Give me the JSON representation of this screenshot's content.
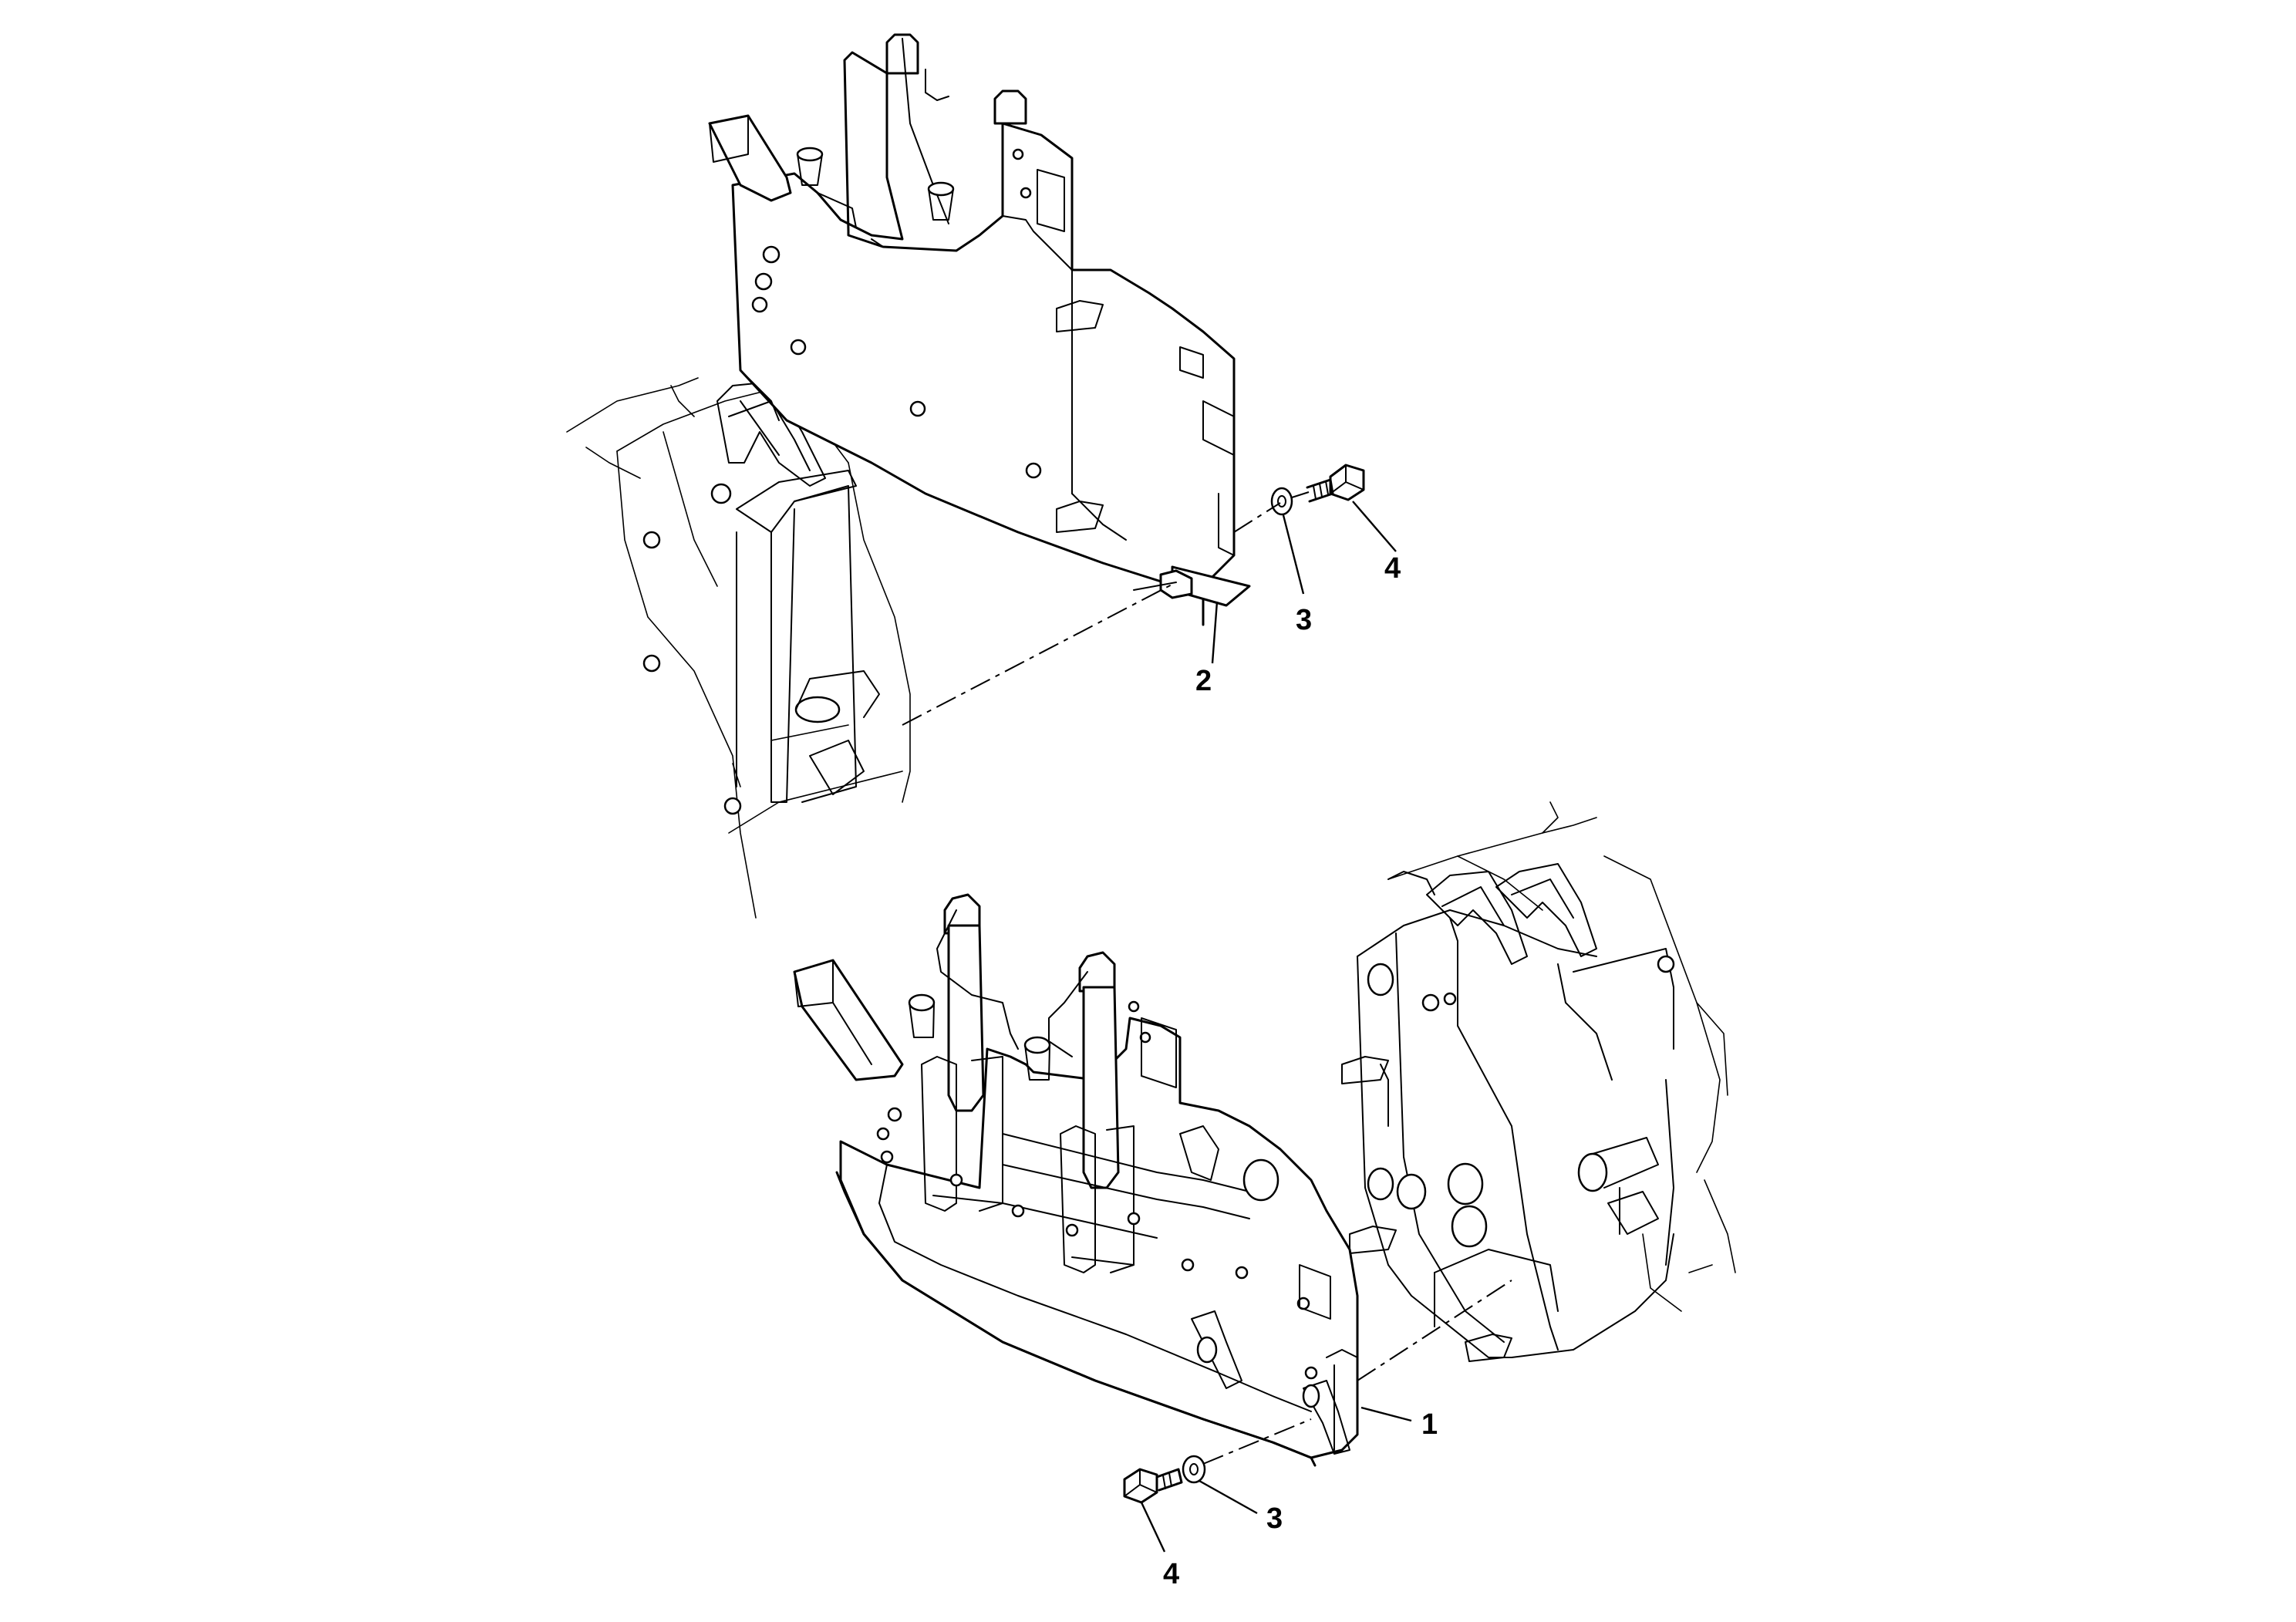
{
  "callouts": {
    "upper": [
      {
        "id": "2",
        "text": "2"
      },
      {
        "id": "3",
        "text": "3"
      },
      {
        "id": "4",
        "text": "4"
      }
    ],
    "lower": [
      {
        "id": "1",
        "text": "1"
      },
      {
        "id": "3",
        "text": "3"
      },
      {
        "id": "4",
        "text": "4"
      }
    ]
  }
}
